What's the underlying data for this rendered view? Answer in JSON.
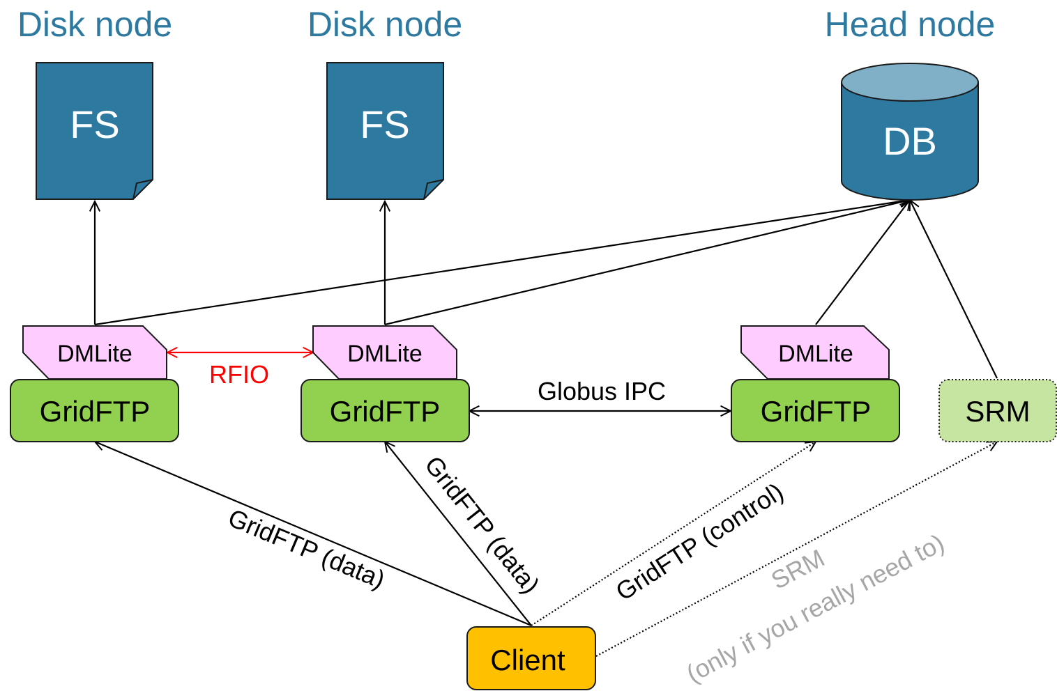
{
  "titles": {
    "disk1": "Disk node",
    "disk2": "Disk node",
    "head": "Head node"
  },
  "storage": {
    "fs1": "FS",
    "fs2": "FS",
    "db": "DB"
  },
  "components": {
    "dmlite1": "DMLite",
    "dmlite2": "DMLite",
    "dmlite3": "DMLite",
    "gridftp1": "GridFTP",
    "gridftp2": "GridFTP",
    "gridftp3": "GridFTP",
    "srm": "SRM",
    "client": "Client"
  },
  "edges": {
    "rfio": "RFIO",
    "globus_ipc": "Globus IPC",
    "gridftp_data_left": "GridFTP (data)",
    "gridftp_data_mid": "GridFTP (data)",
    "gridftp_control": "GridFTP (control)",
    "srm_line1": "SRM",
    "srm_line2": "(only if you really need to)"
  },
  "colors": {
    "title": "#2e79a0",
    "storage": "#2e79a0",
    "db_top": "#7fb0c8",
    "dmlite_fill": "#ffccff",
    "gridftp_fill": "#92d050",
    "srm_fill": "#c6e5a0",
    "client_fill": "#ffc000",
    "rfio": "#ff0000",
    "srm_label": "#a6a6a6"
  }
}
